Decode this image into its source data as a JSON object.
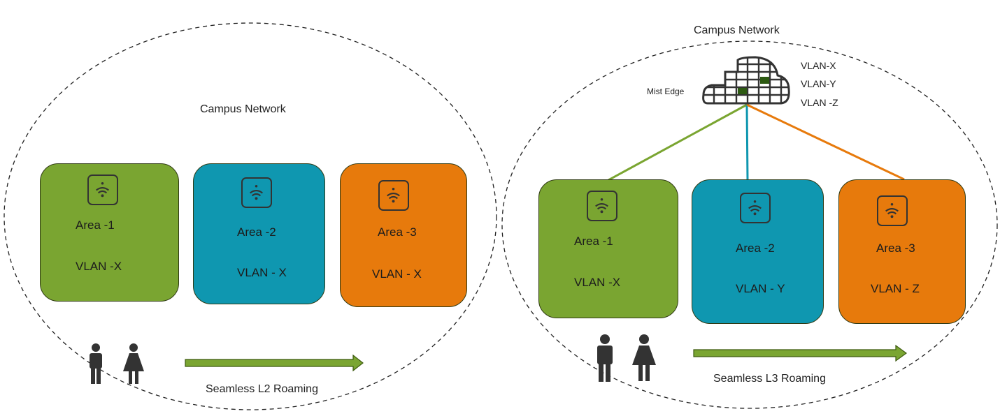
{
  "left": {
    "title": "Campus Network",
    "areas": [
      {
        "name": "Area -1",
        "vlan": "VLAN -X",
        "color": "#7aa531"
      },
      {
        "name": "Area -2",
        "vlan": "VLAN - X",
        "color": "#0f97b0"
      },
      {
        "name": "Area -3",
        "vlan": "VLAN - X",
        "color": "#e77a0c"
      }
    ],
    "roaming_label": "Seamless L2 Roaming"
  },
  "right": {
    "title": "Campus Network",
    "mist_edge_label": "Mist Edge",
    "cloud_vlans": [
      "VLAN-X",
      "VLAN-Y",
      "VLAN -Z"
    ],
    "areas": [
      {
        "name": "Area -1",
        "vlan": "VLAN -X",
        "color": "#7aa531"
      },
      {
        "name": "Area -2",
        "vlan": "VLAN - Y",
        "color": "#0f97b0"
      },
      {
        "name": "Area -3",
        "vlan": "VLAN - Z",
        "color": "#e77a0c"
      }
    ],
    "roaming_label": "Seamless L3 Roaming"
  },
  "icons": {
    "access_point": "wifi-access-point-icon",
    "cloud": "mist-edge-cloud-icon",
    "user_male": "man-icon",
    "user_female": "woman-icon",
    "arrow": "right-arrow-icon"
  }
}
